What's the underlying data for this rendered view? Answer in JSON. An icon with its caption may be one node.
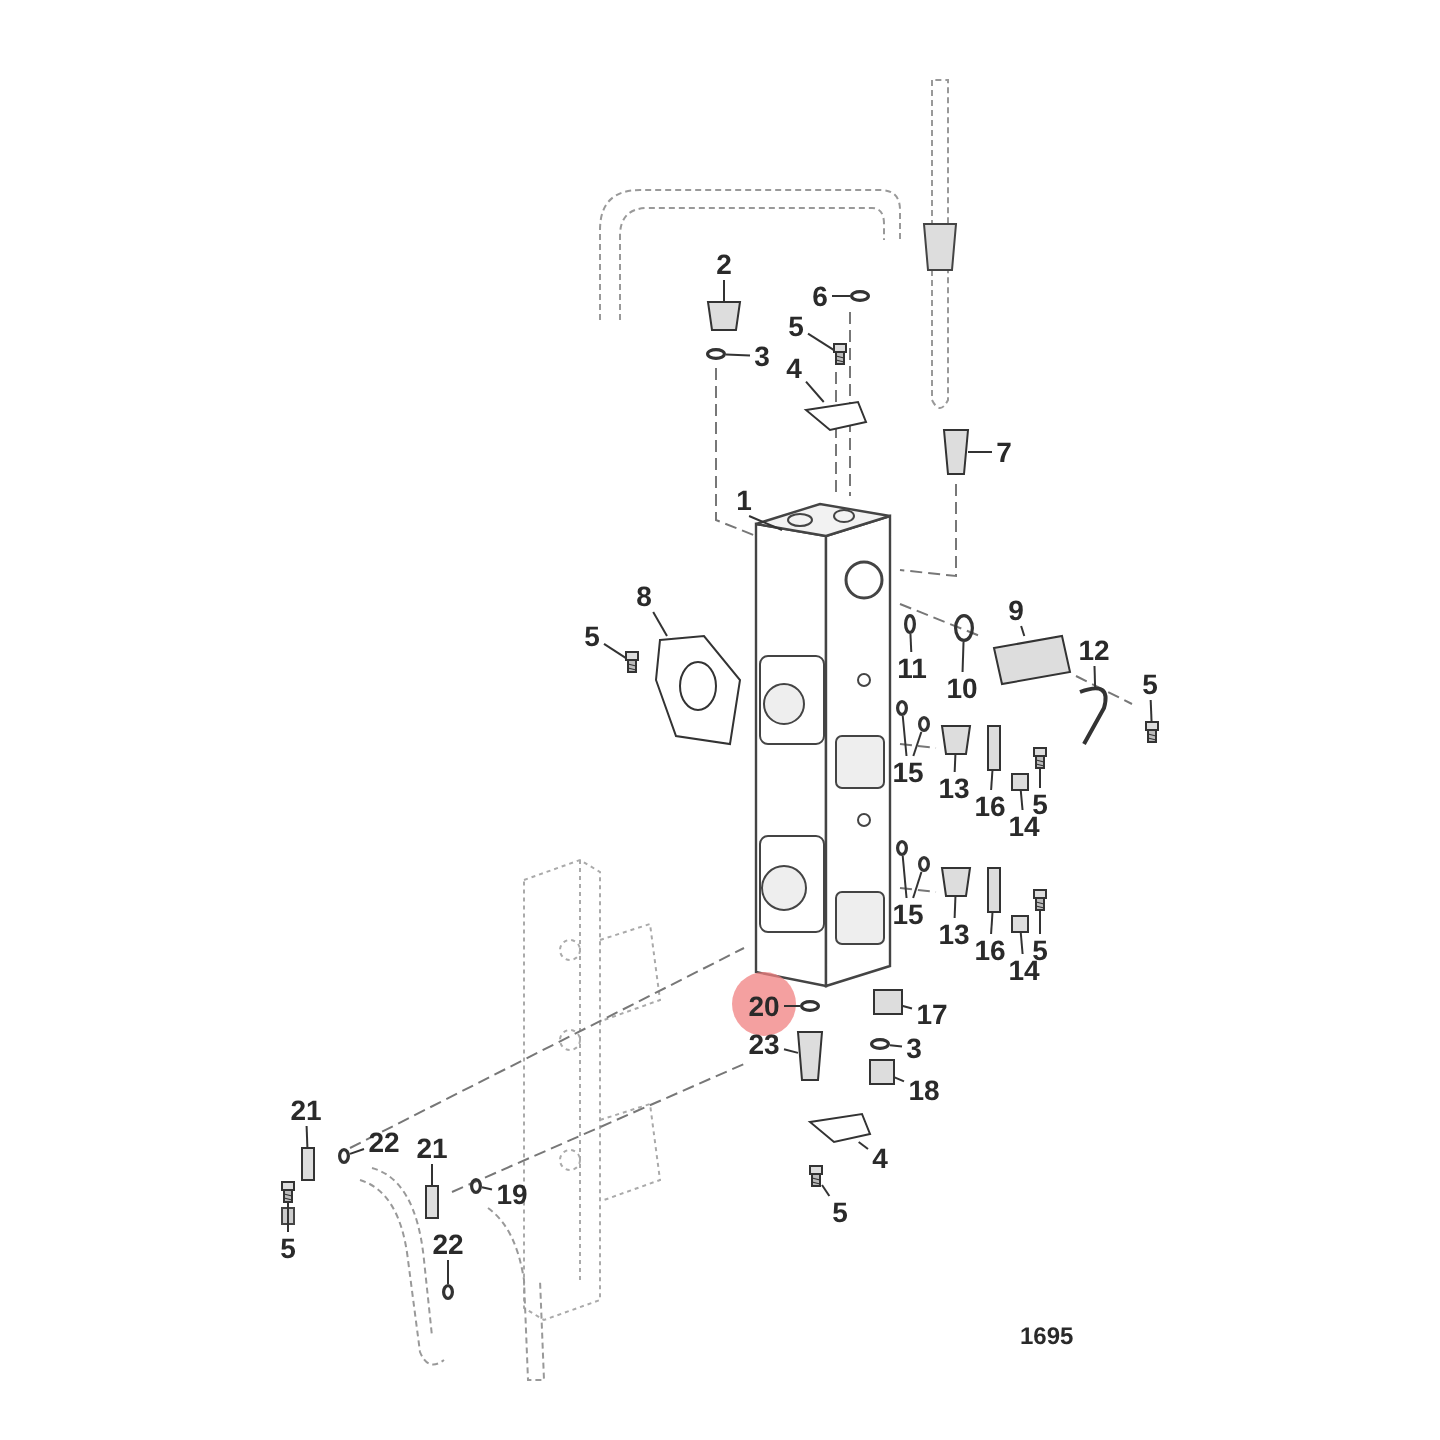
{
  "diagram": {
    "nodes": [
      {
        "text": [
          "2"
        ]
      },
      {
        "text": [
          "6"
        ]
      },
      {
        "text": [
          "5"
        ]
      },
      {
        "text": [
          "3"
        ]
      },
      {
        "text": [
          "4"
        ]
      },
      {
        "text": [
          "7"
        ]
      },
      {
        "text": [
          "1"
        ]
      },
      {
        "text": [
          "8"
        ]
      },
      {
        "text": [
          "9"
        ]
      },
      {
        "text": [
          "5"
        ]
      },
      {
        "text": [
          "12"
        ]
      },
      {
        "text": [
          "11"
        ]
      },
      {
        "text": [
          "5"
        ]
      },
      {
        "text": [
          "10"
        ]
      },
      {
        "text": [
          "15"
        ]
      },
      {
        "text": [
          "13"
        ]
      },
      {
        "text": [
          "5"
        ]
      },
      {
        "text": [
          "16"
        ]
      },
      {
        "text": [
          "14"
        ]
      },
      {
        "text": [
          "15"
        ]
      },
      {
        "text": [
          "13"
        ]
      },
      {
        "text": [
          "5"
        ]
      },
      {
        "text": [
          "16"
        ]
      },
      {
        "text": [
          "14"
        ]
      },
      {
        "text": [
          "20"
        ]
      },
      {
        "text": [
          "17"
        ]
      },
      {
        "text": [
          "23"
        ]
      },
      {
        "text": [
          "3"
        ]
      },
      {
        "text": [
          "18"
        ]
      },
      {
        "text": [
          "21"
        ]
      },
      {
        "text": [
          "22"
        ]
      },
      {
        "text": [
          "21"
        ]
      },
      {
        "text": [
          "4"
        ]
      },
      {
        "text": [
          "19"
        ]
      },
      {
        "text": [
          "5"
        ]
      },
      {
        "text": [
          "22"
        ]
      },
      {
        "text": [
          "5"
        ]
      },
      {
        "text": [],
        "shape": "box"
      },
      {
        "text": [],
        "shape": "circle"
      },
      {
        "text": [],
        "shape": "picture"
      },
      {
        "text": [],
        "shape": "circle"
      },
      {
        "text": [],
        "shape": "picture"
      },
      {
        "text": [],
        "shape": "box"
      },
      {
        "text": [],
        "shape": "picture"
      },
      {
        "text": [],
        "shape": "picture"
      },
      {
        "text": [],
        "shape": "picture"
      },
      {
        "text": [],
        "shape": "picture"
      },
      {
        "text": [],
        "shape": "picture"
      },
      {
        "text": [],
        "shape": "circle"
      },
      {
        "text": [],
        "shape": "picture"
      },
      {
        "text": [],
        "shape": "circle"
      },
      {
        "text": [],
        "shape": "circle"
      },
      {
        "text": [],
        "shape": "box"
      },
      {
        "text": [],
        "shape": "picture"
      },
      {
        "text": [],
        "shape": "box"
      },
      {
        "text": [],
        "shape": "box"
      },
      {
        "text": [],
        "shape": "circle"
      },
      {
        "text": [],
        "shape": "box"
      },
      {
        "text": [],
        "shape": "picture"
      },
      {
        "text": [],
        "shape": "box"
      },
      {
        "text": [],
        "shape": "box"
      },
      {
        "text": [],
        "shape": "circle"
      },
      {
        "text": [],
        "shape": "box"
      },
      {
        "text": [],
        "shape": "box"
      },
      {
        "text": [],
        "shape": "circle"
      },
      {
        "text": [],
        "shape": "box"
      },
      {
        "text": [],
        "shape": "box"
      },
      {
        "text": [],
        "shape": "circle"
      },
      {
        "text": [],
        "shape": "box"
      },
      {
        "text": [],
        "shape": "picture"
      },
      {
        "text": [],
        "shape": "circle"
      },
      {
        "text": [],
        "shape": "picture"
      },
      {
        "text": [],
        "shape": "circle"
      },
      {
        "text": [],
        "shape": "picture"
      },
      {
        "text": [],
        "shape": "circle"
      },
      {
        "text": [],
        "shape": "circle"
      }
    ],
    "edges": [
      {
        "from": 0,
        "to": 37,
        "arrow": "none"
      },
      {
        "from": 1,
        "to": 38,
        "arrow": "none"
      },
      {
        "from": 2,
        "to": 39,
        "arrow": "none"
      },
      {
        "from": 3,
        "to": 40,
        "arrow": "none"
      },
      {
        "from": 4,
        "to": 41,
        "arrow": "none"
      },
      {
        "from": 5,
        "to": 42,
        "arrow": "none"
      },
      {
        "from": 6,
        "to": 43,
        "arrow": "none"
      },
      {
        "from": 7,
        "to": 44,
        "arrow": "none"
      },
      {
        "from": 8,
        "to": 45,
        "arrow": "none"
      },
      {
        "from": 9,
        "to": 46,
        "arrow": "none"
      },
      {
        "from": 10,
        "to": 47,
        "arrow": "none"
      },
      {
        "from": 11,
        "to": 48,
        "arrow": "none"
      },
      {
        "from": 12,
        "to": 49,
        "arrow": "none"
      },
      {
        "from": 13,
        "to": 50,
        "arrow": "none"
      },
      {
        "from": 14,
        "to": 51,
        "arrow": "none"
      },
      {
        "from": 15,
        "to": 52,
        "arrow": "none"
      },
      {
        "from": 16,
        "to": 53,
        "arrow": "none"
      },
      {
        "from": 17,
        "to": 54,
        "arrow": "none"
      },
      {
        "from": 18,
        "to": 55,
        "arrow": "none"
      },
      {
        "from": 19,
        "to": 56,
        "arrow": "none"
      },
      {
        "from": 20,
        "to": 57,
        "arrow": "none"
      },
      {
        "from": 21,
        "to": 58,
        "arrow": "none"
      },
      {
        "from": 22,
        "to": 59,
        "arrow": "none"
      },
      {
        "from": 23,
        "to": 60,
        "arrow": "none"
      },
      {
        "from": 24,
        "to": 61,
        "arrow": "none"
      },
      {
        "from": 25,
        "to": 62,
        "arrow": "none"
      },
      {
        "from": 26,
        "to": 63,
        "arrow": "none"
      },
      {
        "from": 27,
        "to": 64,
        "arrow": "none"
      },
      {
        "from": 28,
        "to": 65,
        "arrow": "none"
      },
      {
        "from": 29,
        "to": 66,
        "arrow": "none"
      },
      {
        "from": 30,
        "to": 67,
        "arrow": "none"
      },
      {
        "from": 31,
        "to": 68,
        "arrow": "none"
      },
      {
        "from": 32,
        "to": 69,
        "arrow": "none"
      },
      {
        "from": 33,
        "to": 70,
        "arrow": "none"
      },
      {
        "from": 34,
        "to": 71,
        "arrow": "none"
      },
      {
        "from": 35,
        "to": 72,
        "arrow": "none"
      },
      {
        "from": 36,
        "to": 73,
        "arrow": "none"
      },
      {
        "from": 14,
        "to": 74,
        "arrow": "none"
      },
      {
        "from": 19,
        "to": 75,
        "arrow": "none"
      }
    ],
    "labels": [
      "1695"
    ]
  }
}
